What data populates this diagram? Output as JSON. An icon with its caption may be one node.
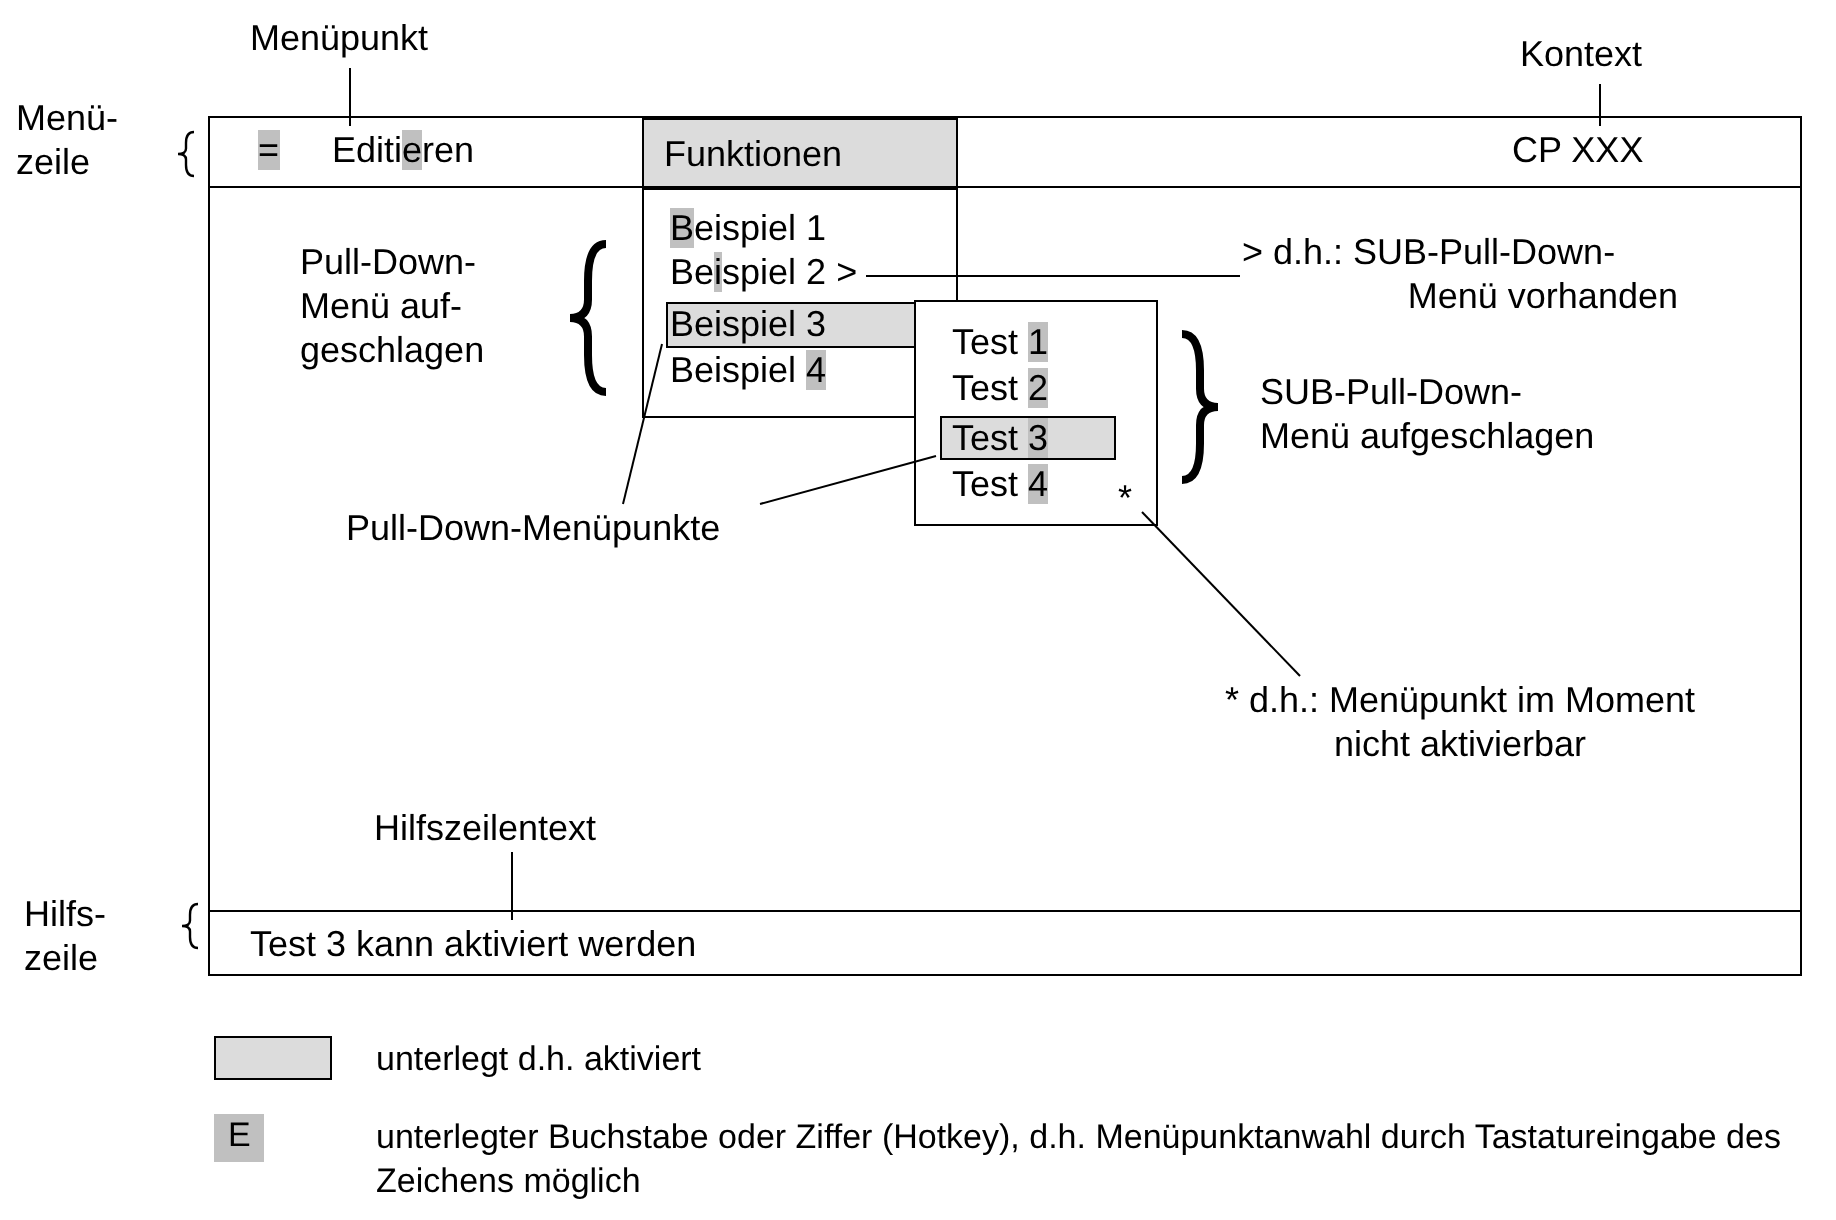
{
  "diagram": {
    "nodes": [
      {
        "text": [],
        "shape": "box"
      },
      {
        "text": [
          "="
        ],
        "in": 0
      },
      {
        "text": [
          "Editieren"
        ],
        "in": 0
      },
      {
        "text": [
          "Funktionen"
        ],
        "in": 0
      },
      {
        "text": [
          "CP XXX"
        ],
        "in": 0
      },
      {
        "text": [],
        "shape": "box",
        "in": 0
      },
      {
        "text": [
          "Beispiel 1"
        ],
        "in": 5
      },
      {
        "text": [
          "Beispiel 2 >"
        ],
        "in": 5
      },
      {
        "text": [
          "Beispiel 3"
        ],
        "in": 5
      },
      {
        "text": [
          "Beispiel 4"
        ],
        "in": 5
      },
      {
        "text": [],
        "shape": "box",
        "in": 0
      },
      {
        "text": [
          "Test 1"
        ],
        "in": 10
      },
      {
        "text": [
          "Test 2"
        ],
        "in": 10
      },
      {
        "text": [
          "Test 3"
        ],
        "in": 10
      },
      {
        "text": [
          "Test 4"
        ],
        "in": 10
      },
      {
        "text": [
          "*"
        ],
        "in": 10
      },
      {
        "text": [
          "Test 3 kann aktiviert werden"
        ],
        "in": 0
      },
      {
        "text": [
          "Menüpunkt"
        ]
      },
      {
        "text": [
          "Kontext"
        ]
      },
      {
        "text": [
          "Pull-Down-Menüpunkte"
        ],
        "in": 0
      },
      {
        "text": [
          "> d.h.: SUB-Pull-Down- Menü vorhanden"
        ],
        "in": 0
      },
      {
        "text": [
          "* d.h.: Menüpunkt im Moment nicht aktivierbar"
        ],
        "in": 0
      },
      {
        "text": [
          "Hilfszeilentext"
        ],
        "in": 0
      }
    ],
    "edges": [
      {
        "from": 17,
        "to": 2,
        "arrow": "none"
      },
      {
        "from": 18,
        "to": 4,
        "arrow": "none"
      },
      {
        "from": 19,
        "to": 8,
        "arrow": "none"
      },
      {
        "from": 19,
        "to": 13,
        "arrow": "none"
      },
      {
        "from": 20,
        "to": 7,
        "arrow": "none"
      },
      {
        "from": 21,
        "to": 15,
        "arrow": "none"
      },
      {
        "from": 22,
        "to": 16,
        "arrow": "none"
      }
    ],
    "labels": [
      "Menü- zeile",
      "Pull-Down- Menü auf- geschlagen",
      "SUB-Pull-Down- Menü aufgeschlagen",
      "Hilfs- zeile",
      "E"
    ],
    "legend": [
      {
        "text": "unterlegt d.h. aktiviert",
        "color": "#dcdcdc"
      },
      {
        "text": "unterlegter Buchstabe oder Ziffer (Hotkey), d.h. Menüpunktanwahl durch Tastatureingabe des Zeichens möglich",
        "color": "#c0c0c0"
      }
    ]
  }
}
